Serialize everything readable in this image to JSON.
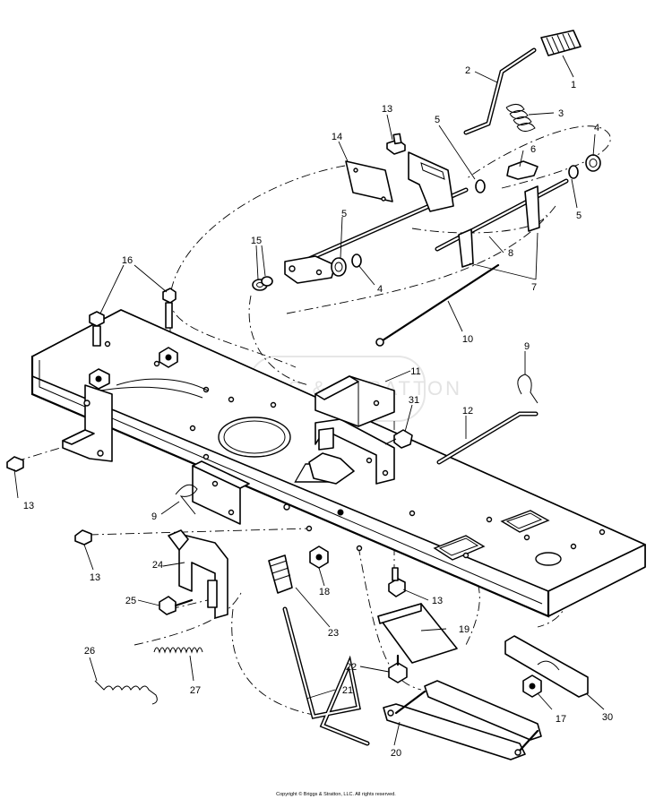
{
  "watermark": "BRIGGS & STRATTON",
  "footer": "Copyright © Briggs & Stratton, LLC. All rights reserved.",
  "callouts": {
    "c1": "1",
    "c2": "2",
    "c3": "3",
    "c4a": "4",
    "c4b": "4",
    "c5a": "5",
    "c5b": "5",
    "c5c": "5",
    "c6": "6",
    "c7": "7",
    "c8": "8",
    "c9a": "9",
    "c9b": "9",
    "c10": "10",
    "c11": "11",
    "c12": "12",
    "c13a": "13",
    "c13b": "13",
    "c13c": "13",
    "c13d": "13",
    "c14": "14",
    "c15": "15",
    "c16": "16",
    "c17": "17",
    "c18": "18",
    "c19": "19",
    "c20": "20",
    "c21": "21",
    "c22": "22",
    "c23": "23",
    "c24": "24",
    "c25": "25",
    "c26": "26",
    "c27": "27",
    "c30": "30",
    "c31": "31"
  }
}
